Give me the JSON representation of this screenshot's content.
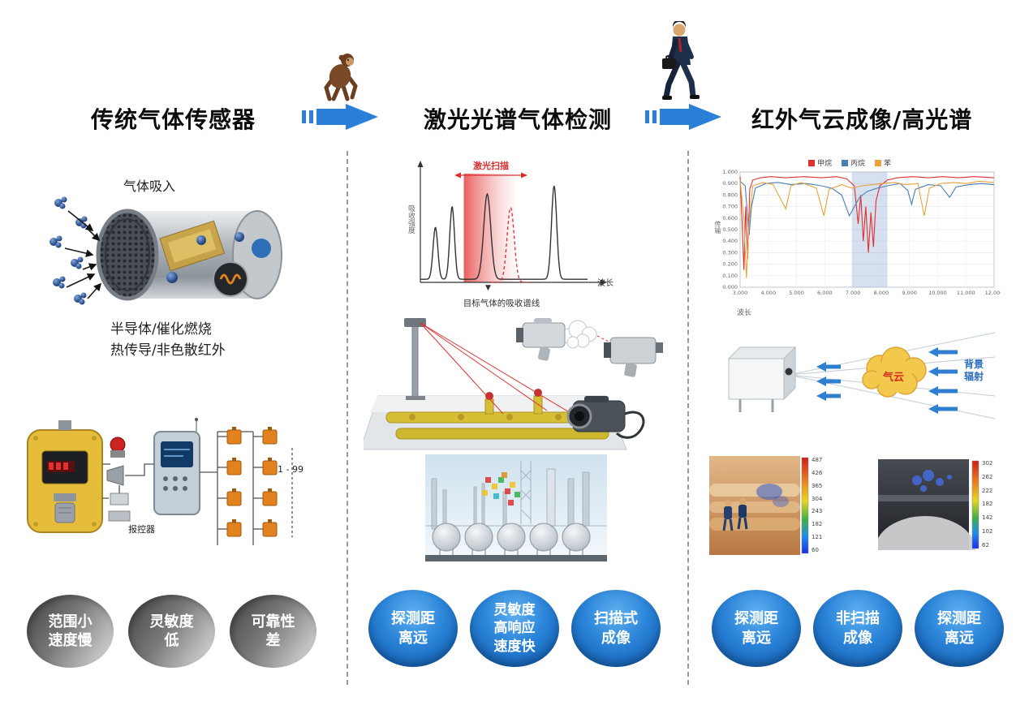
{
  "header": {
    "columns": [
      "传统气体传感器",
      "激光光谱气体检测",
      "红外气云成像/高光谱"
    ]
  },
  "colors": {
    "accent_blue": "#2b7fd6",
    "bubble_blue": "#1565c0",
    "bubble_gray": "#6f6f72",
    "laser_red": "#d93030"
  },
  "col1": {
    "gas_intake_label": "气体吸入",
    "tech_lines": [
      "半导体/催化燃烧",
      "热传导/非色散红外"
    ],
    "network": {
      "count_label": "1 - 99",
      "controller_label": "报控器"
    },
    "bubbles": [
      [
        "范围小",
        "速度慢"
      ],
      [
        "灵敏度",
        "低"
      ],
      [
        "可靠性",
        "差"
      ]
    ]
  },
  "col2": {
    "bubbles": [
      [
        "探测距",
        "离远"
      ],
      [
        "灵敏度",
        "高响应",
        "速度快"
      ],
      [
        "扫描式",
        "成像"
      ]
    ]
  },
  "col3": {
    "cloud_label": "气云",
    "background_radiation_label": [
      "背景",
      "辐射"
    ],
    "thermal_left_scale": [
      "487",
      "426",
      "365",
      "304",
      "243",
      "182",
      "121",
      "60"
    ],
    "thermal_right_scale": [
      "302",
      "262",
      "222",
      "182",
      "142",
      "102",
      "62"
    ],
    "bubbles": [
      [
        "探测距",
        "离远"
      ],
      [
        "非扫描",
        "成像"
      ],
      [
        "探测距",
        "离远"
      ]
    ]
  },
  "chart_data": [
    {
      "id": "absorption",
      "type": "line",
      "title": "激光扫描",
      "xlabel": "波长",
      "ylabel": "吸收强度",
      "annotation": "目标气体的吸收谱线",
      "marker": "▼",
      "band": {
        "x0": 0.26,
        "x1": 0.57,
        "color": "#e04040"
      },
      "series": [
        {
          "name": "目标气体吸收谱线",
          "color": "#333333",
          "width": 1.4,
          "base": 0.03,
          "peaks": [
            {
              "c": 0.09,
              "h": 0.5,
              "w": 0.02
            },
            {
              "c": 0.19,
              "h": 0.7,
              "w": 0.02
            },
            {
              "c": 0.4,
              "h": 0.82,
              "w": 0.03
            },
            {
              "c": 0.8,
              "h": 0.9,
              "w": 0.022
            }
          ]
        },
        {
          "name": "激光扫描峰",
          "color": "#d93030",
          "width": 1.3,
          "dash": "4 3",
          "base": 0.0,
          "span": [
            0.42,
            0.66
          ],
          "peaks": [
            {
              "c": 0.54,
              "h": 0.72,
              "w": 0.03
            }
          ]
        }
      ]
    },
    {
      "id": "transmission",
      "type": "line",
      "xlabel": "波长",
      "ylabel": "传输",
      "ylim": [
        0,
        1
      ],
      "x_ticks": [
        "3.000",
        "4.000",
        "5.000",
        "6.000",
        "7.000",
        "8.000",
        "9.000",
        "10.000",
        "11.000",
        "12.000"
      ],
      "y_ticks": [
        "1.000",
        "0.900",
        "0.800",
        "0.700",
        "0.600",
        "0.500",
        "0.400",
        "0.300",
        "0.200",
        "0.100",
        "0.000"
      ],
      "legend": [
        {
          "label": "甲烷",
          "color": "#e03131"
        },
        {
          "label": "丙烷",
          "color": "#4a7fb5"
        },
        {
          "label": "苯",
          "color": "#e8a33d"
        }
      ],
      "region": {
        "x0": 0.44,
        "x1": 0.58,
        "color": "rgba(140,165,205,0.35)"
      },
      "series": [
        {
          "name": "甲烷",
          "color": "#e03131",
          "points": [
            [
              0.0,
              0.96
            ],
            [
              0.008,
              0.55
            ],
            [
              0.015,
              0.15
            ],
            [
              0.022,
              0.7
            ],
            [
              0.03,
              0.25
            ],
            [
              0.038,
              0.85
            ],
            [
              0.05,
              0.93
            ],
            [
              0.08,
              0.95
            ],
            [
              0.12,
              0.96
            ],
            [
              0.18,
              0.95
            ],
            [
              0.25,
              0.96
            ],
            [
              0.32,
              0.95
            ],
            [
              0.38,
              0.96
            ],
            [
              0.42,
              0.94
            ],
            [
              0.45,
              0.88
            ],
            [
              0.465,
              0.55
            ],
            [
              0.475,
              0.8
            ],
            [
              0.485,
              0.4
            ],
            [
              0.495,
              0.7
            ],
            [
              0.505,
              0.3
            ],
            [
              0.515,
              0.65
            ],
            [
              0.525,
              0.35
            ],
            [
              0.535,
              0.75
            ],
            [
              0.55,
              0.88
            ],
            [
              0.58,
              0.93
            ],
            [
              0.62,
              0.95
            ],
            [
              0.68,
              0.96
            ],
            [
              0.74,
              0.95
            ],
            [
              0.8,
              0.96
            ],
            [
              0.86,
              0.95
            ],
            [
              0.92,
              0.96
            ],
            [
              1.0,
              0.95
            ]
          ]
        },
        {
          "name": "丙烷",
          "color": "#4a7fb5",
          "points": [
            [
              0.0,
              0.92
            ],
            [
              0.02,
              0.88
            ],
            [
              0.035,
              0.45
            ],
            [
              0.045,
              0.7
            ],
            [
              0.06,
              0.86
            ],
            [
              0.1,
              0.9
            ],
            [
              0.15,
              0.91
            ],
            [
              0.2,
              0.89
            ],
            [
              0.26,
              0.9
            ],
            [
              0.32,
              0.88
            ],
            [
              0.36,
              0.86
            ],
            [
              0.4,
              0.8
            ],
            [
              0.43,
              0.62
            ],
            [
              0.455,
              0.72
            ],
            [
              0.47,
              0.78
            ],
            [
              0.5,
              0.83
            ],
            [
              0.54,
              0.86
            ],
            [
              0.58,
              0.88
            ],
            [
              0.63,
              0.9
            ],
            [
              0.66,
              0.84
            ],
            [
              0.675,
              0.72
            ],
            [
              0.69,
              0.85
            ],
            [
              0.74,
              0.89
            ],
            [
              0.79,
              0.88
            ],
            [
              0.825,
              0.78
            ],
            [
              0.85,
              0.87
            ],
            [
              0.9,
              0.89
            ],
            [
              0.95,
              0.9
            ],
            [
              1.0,
              0.89
            ]
          ]
        },
        {
          "name": "苯",
          "color": "#e8a33d",
          "points": [
            [
              0.0,
              0.93
            ],
            [
              0.015,
              0.6
            ],
            [
              0.025,
              0.08
            ],
            [
              0.035,
              0.55
            ],
            [
              0.05,
              0.88
            ],
            [
              0.09,
              0.91
            ],
            [
              0.13,
              0.89
            ],
            [
              0.18,
              0.68
            ],
            [
              0.2,
              0.88
            ],
            [
              0.24,
              0.91
            ],
            [
              0.3,
              0.86
            ],
            [
              0.33,
              0.62
            ],
            [
              0.35,
              0.85
            ],
            [
              0.4,
              0.89
            ],
            [
              0.44,
              0.86
            ],
            [
              0.48,
              0.88
            ],
            [
              0.52,
              0.89
            ],
            [
              0.56,
              0.9
            ],
            [
              0.61,
              0.91
            ],
            [
              0.65,
              0.89
            ],
            [
              0.7,
              0.9
            ],
            [
              0.725,
              0.62
            ],
            [
              0.745,
              0.86
            ],
            [
              0.79,
              0.9
            ],
            [
              0.84,
              0.91
            ],
            [
              0.89,
              0.9
            ],
            [
              0.94,
              0.92
            ],
            [
              1.0,
              0.91
            ]
          ]
        }
      ]
    }
  ]
}
